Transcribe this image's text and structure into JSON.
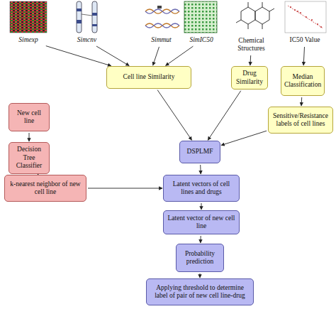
{
  "diagram": {
    "nodes": [
      {
        "text": [
          "Simexp"
        ]
      },
      {
        "text": [
          "Simcnv"
        ]
      },
      {
        "text": [
          "Simmut"
        ]
      },
      {
        "text": [
          "SimIC50"
        ]
      },
      {
        "text": [
          "Chemical Structures"
        ]
      },
      {
        "text": [
          "IC50 Value"
        ]
      },
      {
        "text": [
          "Cell line Similarity"
        ]
      },
      {
        "text": [
          "Drug Similarity"
        ]
      },
      {
        "text": [
          "Median Classification"
        ]
      },
      {
        "text": [
          "New cell line"
        ]
      },
      {
        "text": [
          "Sensitive/Resistance labels of cell lines"
        ]
      },
      {
        "text": [
          "Decision Tree Classifier"
        ]
      },
      {
        "text": [
          "DSPLMF"
        ]
      },
      {
        "text": [
          "k-nearest neighbor of new cell line"
        ]
      },
      {
        "text": [
          "Latent vectors of cell lines and drugs"
        ]
      },
      {
        "text": [
          "Latent vector of new cell line"
        ]
      },
      {
        "text": [
          "Probability prediction"
        ]
      },
      {
        "text": [
          "Applying threshold to determine label of pair of new cell line-drug"
        ]
      }
    ],
    "edges": [
      {
        "from": 0,
        "to": 6,
        "arrow": "to"
      },
      {
        "from": 1,
        "to": 6,
        "arrow": "to"
      },
      {
        "from": 2,
        "to": 6,
        "arrow": "to"
      },
      {
        "from": 3,
        "to": 6,
        "arrow": "to"
      },
      {
        "from": 4,
        "to": 7,
        "arrow": "to"
      },
      {
        "from": 5,
        "to": 8,
        "arrow": "to"
      },
      {
        "from": 8,
        "to": 10,
        "arrow": "to"
      },
      {
        "from": 6,
        "to": 12,
        "arrow": "to"
      },
      {
        "from": 7,
        "to": 12,
        "arrow": "to"
      },
      {
        "from": 10,
        "to": 12,
        "arrow": "to"
      },
      {
        "from": 9,
        "to": 11,
        "arrow": "to"
      },
      {
        "from": 11,
        "to": 13,
        "arrow": "to"
      },
      {
        "from": 13,
        "to": 14,
        "arrow": "to"
      },
      {
        "from": 12,
        "to": 14,
        "arrow": "to"
      },
      {
        "from": 14,
        "to": 15,
        "arrow": "to"
      },
      {
        "from": 15,
        "to": 16,
        "arrow": "to"
      },
      {
        "from": 16,
        "to": 17,
        "arrow": "to"
      }
    ]
  }
}
